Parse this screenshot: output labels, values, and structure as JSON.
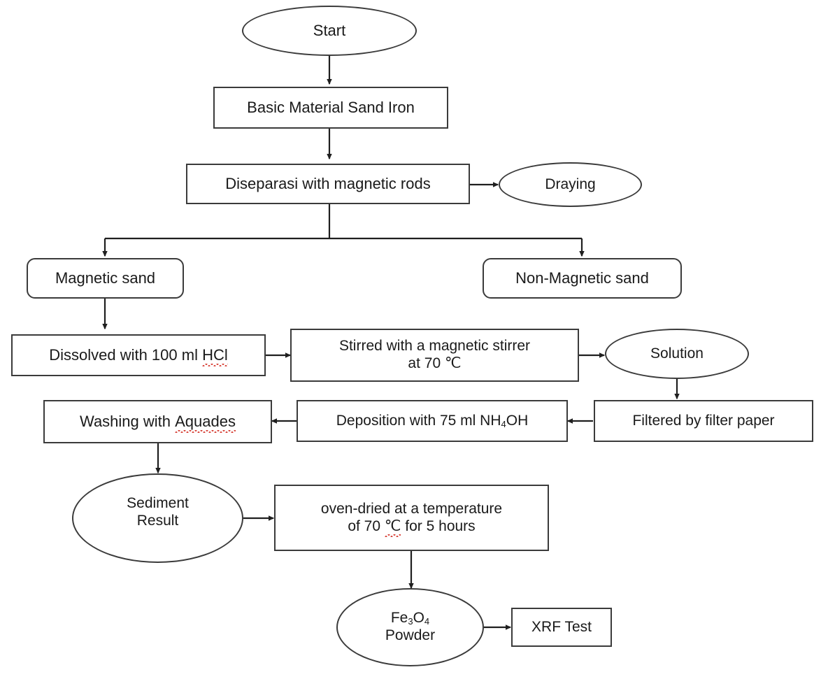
{
  "diagram": {
    "title": "Iron sand to Fe3O4 powder synthesis flowchart",
    "stroke_color": "#3b3b3b",
    "text_color": "#1a1a1a",
    "background_color": "#ffffff",
    "spellcheck_underline_color": "#d8453c"
  },
  "nodes": {
    "start": {
      "label": "Start",
      "shape": "oval"
    },
    "basic_material": {
      "label": "Basic Material Sand Iron",
      "shape": "rectangle"
    },
    "diseparasi": {
      "label": "Diseparasi with magnetic rods",
      "shape": "rectangle"
    },
    "draying": {
      "label": "Draying",
      "shape": "oval"
    },
    "magnetic_sand": {
      "label": "Magnetic sand",
      "shape": "rounded-rectangle"
    },
    "non_magnetic_sand": {
      "label": "Non-Magnetic sand",
      "shape": "rounded-rectangle"
    },
    "dissolved": {
      "shape": "rectangle",
      "label": "Dissolved with 100 ml HCl",
      "text_before": "Dissolved with 100 ml ",
      "misspelled": "HCl"
    },
    "stirred": {
      "shape": "rectangle",
      "label": "Stirred with a magnetic stirrer at 70 ℃",
      "line1": "Stirred with a magnetic stirrer",
      "line2_before": "at 70 ",
      "line2_unit": "℃"
    },
    "solution": {
      "label": "Solution",
      "shape": "oval"
    },
    "filtered": {
      "label": "Filtered by filter paper",
      "shape": "rectangle"
    },
    "deposition": {
      "shape": "rectangle",
      "label": "Deposition with 75 ml NH4OH",
      "text_before": "Deposition with 75 ml NH",
      "subscript": "4",
      "text_after": "OH"
    },
    "washing": {
      "shape": "rectangle",
      "label": "Washing with Aquades",
      "text_before": "Washing with ",
      "misspelled": "Aquades"
    },
    "sediment": {
      "shape": "oval",
      "label": "Sediment Result",
      "line1": "Sediment",
      "line2": "Result"
    },
    "oven_dried": {
      "shape": "rectangle",
      "label": "oven-dried at a temperature of 70 ℃ for 5 hours",
      "line1": "oven-dried at a temperature",
      "line2_before": "of 70 ",
      "line2_unit": "℃",
      "line2_after": " for 5 hours"
    },
    "fe3o4": {
      "shape": "oval",
      "label": "Fe3O4 Powder",
      "formula_fe": "Fe",
      "formula_sub3": "3",
      "formula_o": "O",
      "formula_sub4": "4",
      "line2": "Powder"
    },
    "xrf": {
      "label": "XRF Test",
      "shape": "rectangle"
    }
  },
  "edges": [
    {
      "from": "start",
      "to": "basic_material",
      "type": "vertical-arrow"
    },
    {
      "from": "basic_material",
      "to": "diseparasi",
      "type": "vertical-arrow"
    },
    {
      "from": "diseparasi",
      "to": "draying",
      "type": "horizontal-arrow"
    },
    {
      "from": "diseparasi",
      "to": "magnetic_sand",
      "type": "split-arrow"
    },
    {
      "from": "diseparasi",
      "to": "non_magnetic_sand",
      "type": "split-arrow"
    },
    {
      "from": "magnetic_sand",
      "to": "dissolved",
      "type": "vertical-arrow"
    },
    {
      "from": "dissolved",
      "to": "stirred",
      "type": "horizontal-arrow"
    },
    {
      "from": "stirred",
      "to": "solution",
      "type": "horizontal-arrow"
    },
    {
      "from": "solution",
      "to": "filtered",
      "type": "vertical-arrow"
    },
    {
      "from": "filtered",
      "to": "deposition",
      "type": "horizontal-arrow-left"
    },
    {
      "from": "deposition",
      "to": "washing",
      "type": "horizontal-arrow-left"
    },
    {
      "from": "washing",
      "to": "sediment",
      "type": "vertical-arrow"
    },
    {
      "from": "sediment",
      "to": "oven_dried",
      "type": "horizontal-arrow"
    },
    {
      "from": "oven_dried",
      "to": "fe3o4",
      "type": "vertical-arrow"
    },
    {
      "from": "fe3o4",
      "to": "xrf",
      "type": "horizontal-arrow"
    }
  ]
}
